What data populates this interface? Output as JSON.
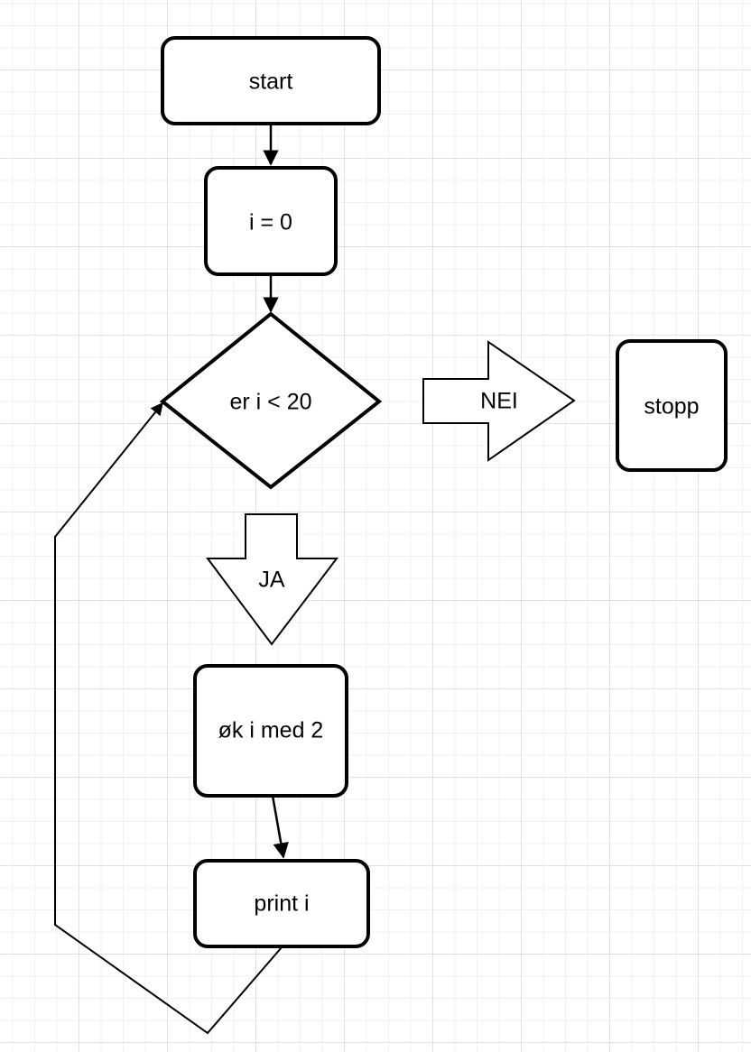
{
  "diagram": {
    "nodes": {
      "start": {
        "label": "start"
      },
      "init": {
        "label": "i = 0"
      },
      "condition": {
        "label": "er i < 20"
      },
      "stop": {
        "label": "stopp"
      },
      "increment": {
        "label": "øk i med 2"
      },
      "print": {
        "label": "print i"
      }
    },
    "arrows": {
      "no": {
        "label": "NEI"
      },
      "yes": {
        "label": "JA"
      }
    }
  }
}
